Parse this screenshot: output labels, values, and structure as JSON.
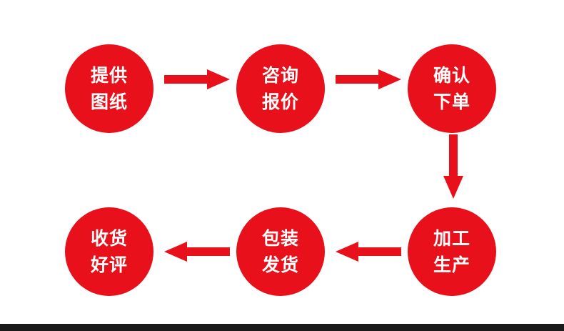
{
  "theme": {
    "accent_color": "#e8101a",
    "text_color": "#ffffff",
    "bar_color": "#1a1a1a"
  },
  "steps": [
    {
      "line1": "提供",
      "line2": "图纸"
    },
    {
      "line1": "咨询",
      "line2": "报价"
    },
    {
      "line1": "确认",
      "line2": "下单"
    },
    {
      "line1": "加工",
      "line2": "生产"
    },
    {
      "line1": "包装",
      "line2": "发货"
    },
    {
      "line1": "收货",
      "line2": "好评"
    }
  ]
}
